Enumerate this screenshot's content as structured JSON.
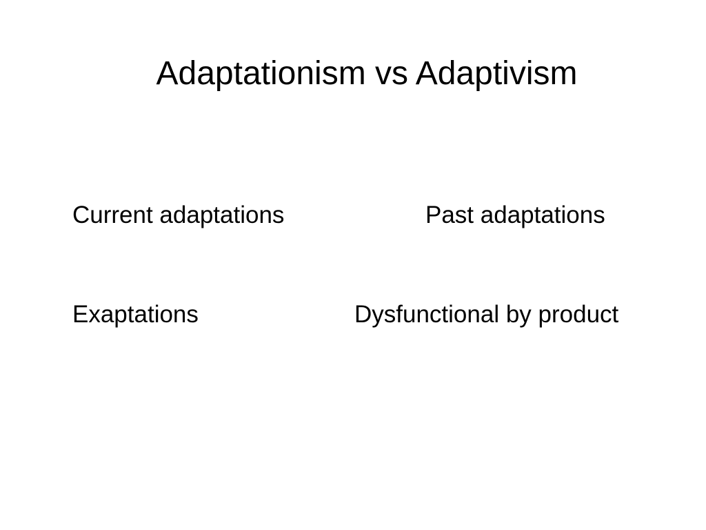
{
  "slide": {
    "title": "Adaptationism vs Adaptivism",
    "items": {
      "current_adaptations": "Current adaptations",
      "past_adaptations": "Past adaptations",
      "exaptations": "Exaptations",
      "dysfunctional_by_product": "Dysfunctional by product"
    }
  },
  "colors": {
    "background": "#ffffff",
    "text": "#000000"
  }
}
